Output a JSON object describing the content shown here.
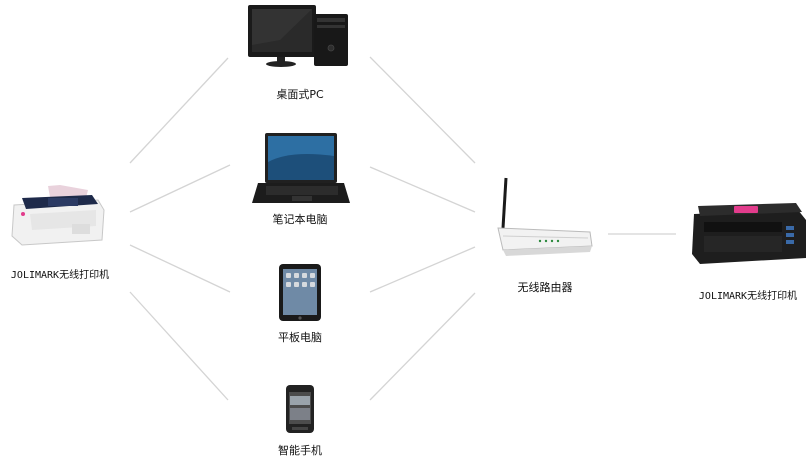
{
  "nodes": {
    "desktop": {
      "label": "桌面式PC"
    },
    "laptop": {
      "label": "笔记本电脑"
    },
    "tablet": {
      "label": "平板电脑"
    },
    "phone": {
      "label": "智能手机"
    },
    "router": {
      "label": "无线路由器"
    },
    "printer_left": {
      "label": "JOLIMARK无线打印机"
    },
    "printer_right": {
      "label": "JOLIMARK无线打印机"
    }
  },
  "colors": {
    "connector": "#d4d4d4",
    "device_dark": "#1e1e1e",
    "screen_blue": "#2d6fa3",
    "accent_pink": "#e23c8c",
    "router_white": "#f2f2f2"
  }
}
